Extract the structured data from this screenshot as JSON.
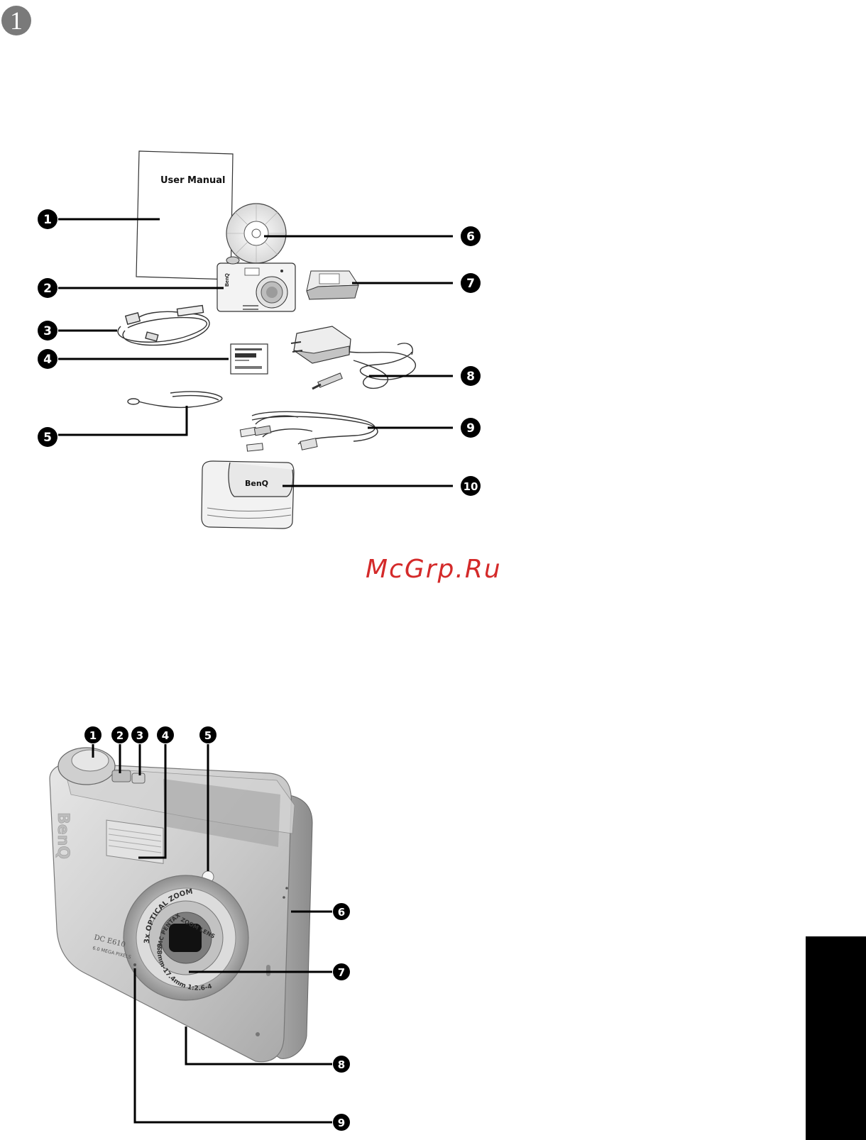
{
  "page": {
    "chapter_number": "1",
    "watermark": "McGrp.Ru"
  },
  "package_contents": {
    "manual_title": "User Manual",
    "camera_brand": "BenQ",
    "case_brand": "BenQ",
    "callouts": [
      "1",
      "2",
      "3",
      "4",
      "5",
      "6",
      "7",
      "8",
      "9",
      "10"
    ]
  },
  "camera_front": {
    "brand": "BenQ",
    "model": "DC E610",
    "resolution": "6.0 MEGA PIXELS",
    "lens_ring_top": "3x OPTICAL ZOOM",
    "lens_ring_inner_1": "SMC PENTAX",
    "lens_ring_inner_2": "ZOOM LENS",
    "lens_ring_bottom": "5.8mm-17.4mm  1:2.6-4.8",
    "callouts": [
      "1",
      "2",
      "3",
      "4",
      "5",
      "6",
      "7",
      "8",
      "9"
    ]
  },
  "colors": {
    "callout_fill": "#000000",
    "callout_text": "#ffffff",
    "chapter_badge": "#7a7a7a",
    "watermark": "#d42a2a",
    "camera_body": "#c9c9c9"
  }
}
